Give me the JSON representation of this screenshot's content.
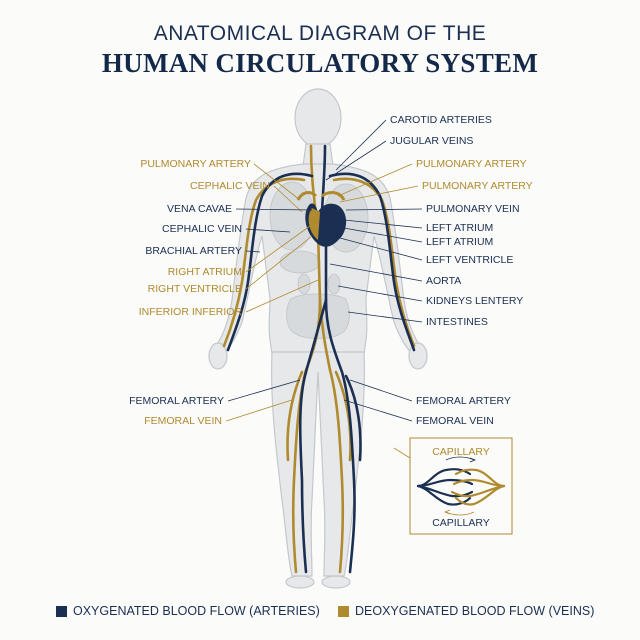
{
  "title": {
    "line1": "ANATOMICAL DIAGRAM OF THE",
    "line2": "HUMAN CIRCULATORY SYSTEM"
  },
  "colors": {
    "artery": "#1b2f52",
    "vein": "#b08a2e",
    "body": "#e6e8ea",
    "body_outline": "#c4c8cc"
  },
  "labels_left": [
    {
      "text": "PULMONARY ARTERY",
      "color": "gold"
    },
    {
      "text": "CEPHALIC VEIN",
      "color": "gold"
    },
    {
      "text": "VENA CAVAE",
      "color": "navy"
    },
    {
      "text": "CEPHALIC VEIN",
      "color": "navy"
    },
    {
      "text": "BRACHIAL ARTERY",
      "color": "navy"
    },
    {
      "text": "RIGHT ATRIUM",
      "color": "gold"
    },
    {
      "text": "RIGHT VENTRICLE",
      "color": "gold"
    },
    {
      "text": "INFERIOR INFERIOR",
      "color": "gold"
    },
    {
      "text": "FEMORAL ARTERY",
      "color": "navy"
    },
    {
      "text": "FEMORAL VEIN",
      "color": "gold"
    }
  ],
  "labels_right": [
    {
      "text": "CAROTID ARTERIES",
      "color": "navy"
    },
    {
      "text": "JUGULAR VEINS",
      "color": "navy"
    },
    {
      "text": "PULMONARY ARTERY",
      "color": "gold"
    },
    {
      "text": "PULMONARY ARTERY",
      "color": "gold"
    },
    {
      "text": "PULMONARY VEIN",
      "color": "navy"
    },
    {
      "text": "LEFT ATRIUM",
      "color": "navy"
    },
    {
      "text": "LEFT ATRIUM",
      "color": "navy"
    },
    {
      "text": "LEFT VENTRICLE",
      "color": "navy"
    },
    {
      "text": "AORTA",
      "color": "navy"
    },
    {
      "text": "KIDNEYS LENTERY",
      "color": "navy"
    },
    {
      "text": "INTESTINES",
      "color": "navy"
    },
    {
      "text": "FEMORAL ARTERY",
      "color": "navy"
    },
    {
      "text": "FEMORAL VEIN",
      "color": "navy"
    }
  ],
  "inset": {
    "top_label": "CAPILLARY",
    "bottom_label": "CAPILLARY"
  },
  "legend": {
    "arteries": "OXYGENATED BLOOD FLOW (ARTERIES)",
    "veins": "DEOXYGENATED BLOOD FLOW (VEINS)"
  }
}
